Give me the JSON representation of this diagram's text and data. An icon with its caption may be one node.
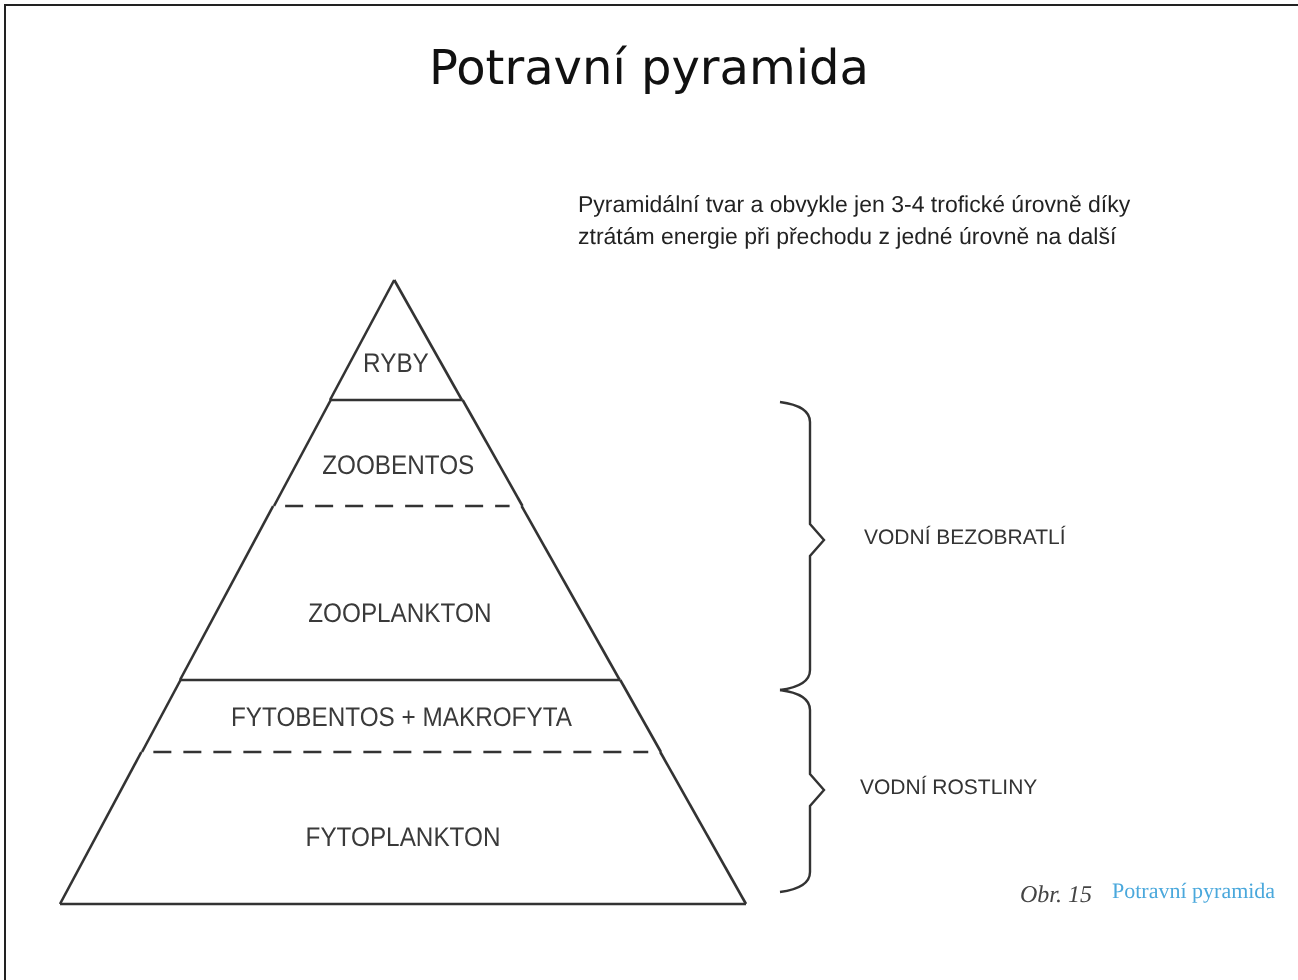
{
  "diagram": {
    "title": "Potravní pyramida",
    "nodes": [
      {
        "text": [
          "RYBY"
        ]
      },
      {
        "text": [
          "ZOOBENTOS"
        ]
      },
      {
        "text": [
          "ZOOPLANKTON"
        ]
      },
      {
        "text": [
          "FYTOBENTOS + MAKROFYTA"
        ]
      },
      {
        "text": [
          "FYTOPLANKTON"
        ]
      }
    ],
    "labels": [
      "Pyramidální tvar a obvykle jen 3-4 trofické úrovně díky ztrátám energie při přechodu z jedné úrovně na další",
      "VODNÍ BEZOBRATLÍ",
      "VODNÍ ROSTLINY",
      "Obr. 15",
      "Potravní pyramida"
    ]
  }
}
